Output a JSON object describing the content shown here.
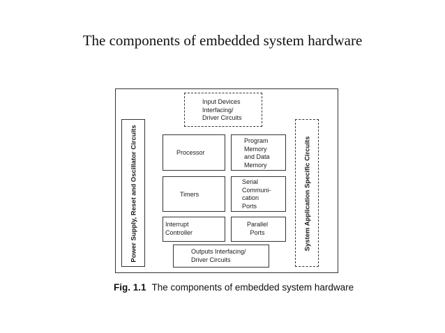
{
  "slide": {
    "title": "The components of embedded system hardware"
  },
  "diagram": {
    "input_devices": "Input Devices\nInterfacing/\nDriver Circuits",
    "power_supply": "Power Supply, Reset and Oscillator Circuits",
    "system_specific": "System Application Specific Circuits",
    "processor": "Processor",
    "program_memory": "Program\nMemory\nand Data\nMemory",
    "timers": "Timers",
    "serial_ports": "Serial\nCommuni-\ncation\nPorts",
    "interrupt_controller": "Interrupt\nController",
    "parallel_ports": "Parallel\nPorts",
    "outputs": "Outputs Interfacing/\nDriver Circuits"
  },
  "caption": {
    "figure_label": "Fig. 1.1",
    "text": "The components of embedded system hardware"
  }
}
